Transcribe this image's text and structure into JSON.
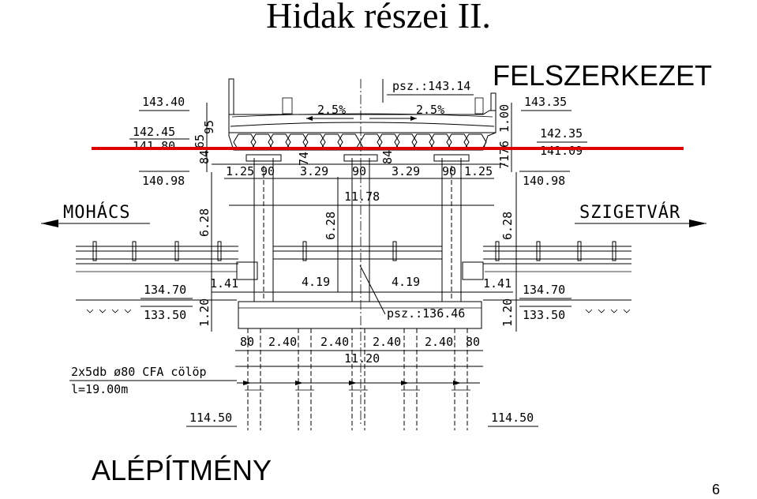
{
  "title": "Hidak részei II.",
  "labels": {
    "superstructure": "FELSZERKEZET",
    "substructure": "ALÉPÍTMÉNY"
  },
  "page_number": "6",
  "colors": {
    "section_line": "#e00000"
  },
  "drawing": {
    "directions": {
      "left": "MOHÁCS",
      "right": "SZIGETVÁR"
    },
    "slopes": [
      "2.5%",
      "2.5%"
    ],
    "crown_level": "psz.:143.14",
    "foundation_level": "psz.:136.46",
    "left_levels": [
      "143.40",
      "142.45",
      "141.80",
      "140.98",
      "134.70",
      "133.50",
      "114.50"
    ],
    "right_levels": [
      "143.35",
      "142.35",
      "141.09",
      "140.98",
      "134.70",
      "133.50",
      "114.50"
    ],
    "left_vertical_dims": [
      "95",
      "65",
      "84",
      "6.28",
      "1.20"
    ],
    "right_vertical_dims": [
      "1.00",
      "76",
      "71",
      "6.28",
      "1.20"
    ],
    "deck_inner_dims": [
      "74",
      "84"
    ],
    "span_dims": [
      "1.25",
      "90",
      "3.29",
      "90",
      "3.29",
      "90",
      "1.25"
    ],
    "total_width": "11.78",
    "center_height": "6.28",
    "cap_dims": [
      "1.41",
      "4.19",
      "4.19",
      "1.41"
    ],
    "pile_dims": [
      "80",
      "2.40",
      "2.40",
      "2.40",
      "2.40",
      "80"
    ],
    "pile_total": "11.20",
    "pile_note_line1": "2x5db ø80 CFA cölöp",
    "pile_note_line2": "l=19.00m"
  }
}
